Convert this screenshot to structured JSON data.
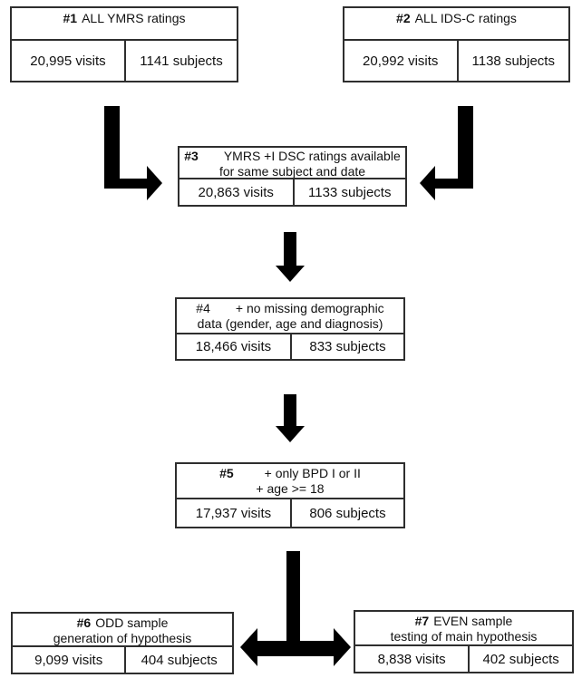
{
  "colors": {
    "box_border": "#2e2e2e",
    "arrow": "#000000",
    "text": "#111111"
  },
  "icons": {
    "left_elbow": "arrow-down-right-icon",
    "right_elbow": "arrow-down-left-icon",
    "down1": "arrow-down-icon",
    "down2": "arrow-down-icon",
    "split": "arrow-split-left-right-icon"
  },
  "boxes": [
    {
      "number": "#1",
      "title_line1": "ALL YMRS ratings",
      "title_line2": "",
      "visits": "20,995 visits",
      "subjects": "1141 subjects"
    },
    {
      "number": "#2",
      "title_line1": "ALL IDS-C ratings",
      "title_line2": "",
      "visits": "20,992 visits",
      "subjects": "1138 subjects"
    },
    {
      "number": "#3",
      "title_line1": "YMRS +I DSC ratings available",
      "title_line2": "for same subject and date",
      "visits": "20,863 visits",
      "subjects": "1133 subjects"
    },
    {
      "number": "#4",
      "title_line1": "+ no missing demographic",
      "title_line2": "data (gender, age and diagnosis)",
      "visits": "18,466 visits",
      "subjects": "833 subjects"
    },
    {
      "number": "#5",
      "title_line1": "+ only BPD I or II",
      "title_line2": "+ age >= 18",
      "visits": "17,937 visits",
      "subjects": "806 subjects"
    },
    {
      "number": "#6",
      "title_line1": "ODD sample",
      "title_line2": "generation of hypothesis",
      "visits": "9,099 visits",
      "subjects": "404 subjects"
    },
    {
      "number": "#7",
      "title_line1": "EVEN sample",
      "title_line2": "testing of main hypothesis",
      "visits": "8,838 visits",
      "subjects": "402 subjects"
    }
  ]
}
